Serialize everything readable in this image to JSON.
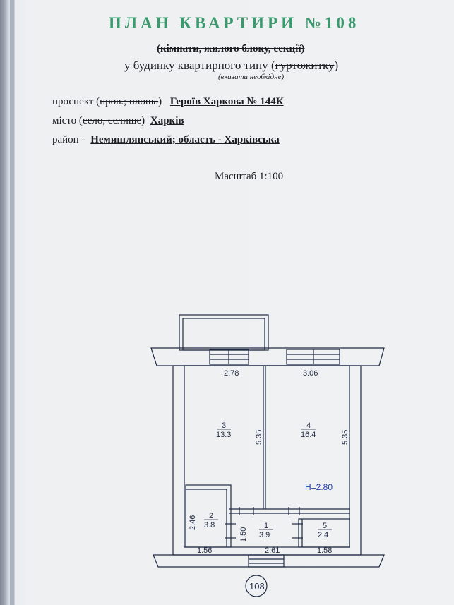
{
  "header": {
    "title": "ПЛАН КВАРТИРИ №108",
    "subtitle_struck": "(кімнати, жилого блоку, секції)",
    "house_type_text": "у будинку квартирного типу (",
    "house_type_struck": "гуртожитку",
    "house_type_close": ")",
    "note": "(вказати необхідне)"
  },
  "address": {
    "street_label": "проспект (",
    "street_label_struck": "пров.; площа",
    "street_label_close": ")",
    "street_value": "Героїв Харкова № 144К",
    "city_label": "місто (",
    "city_label_struck": "село, селище",
    "city_label_close": ")",
    "city_value": "Харків",
    "district_label": "район -",
    "district_value": "Немишлянський; область - Харківська"
  },
  "scale": "Масштаб 1:100",
  "floorplan": {
    "rooms": [
      {
        "number": "3",
        "area": "13.3"
      },
      {
        "number": "4",
        "area": "16.4"
      },
      {
        "number": "2",
        "area": "3.8"
      },
      {
        "number": "1",
        "area": "3.9"
      },
      {
        "number": "5",
        "area": "2.4"
      }
    ],
    "dimensions": {
      "top_left": "2.78",
      "top_right": "3.06",
      "room3_height": "5.35",
      "room4_height": "5.35",
      "room2_height": "2.46",
      "room1_height": "1.50",
      "bottom_left": "1.56",
      "bottom_mid": "2.61",
      "bottom_right": "1.58"
    },
    "ceiling_height": "H=2.80",
    "apartment_number": "108"
  }
}
